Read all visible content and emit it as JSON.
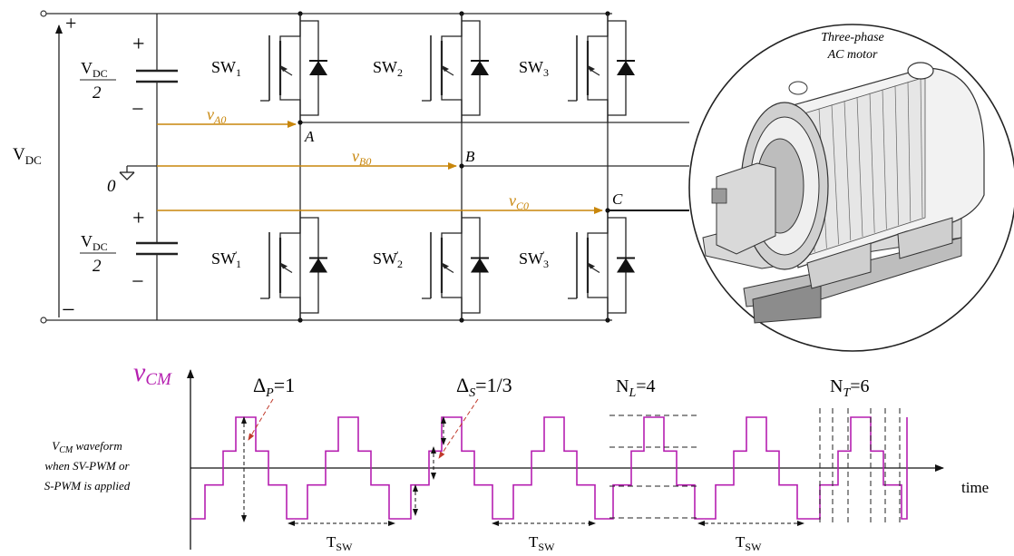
{
  "circuit": {
    "vdc_label": "V",
    "vdc_sub": "DC",
    "half_num": "V",
    "half_num_sub": "DC",
    "half_den": "2",
    "plus": "+",
    "minus": "−",
    "neutral_label": "0",
    "switches_top": [
      {
        "main": "SW",
        "sub": "1"
      },
      {
        "main": "SW",
        "sub": "2"
      },
      {
        "main": "SW",
        "sub": "3"
      }
    ],
    "switches_bottom": [
      {
        "main": "SW",
        "sub": "1",
        "prime": "′"
      },
      {
        "main": "SW",
        "sub": "2",
        "prime": "′"
      },
      {
        "main": "SW",
        "sub": "3",
        "prime": "′"
      }
    ],
    "nodes": [
      "A",
      "B",
      "C"
    ],
    "phase_voltages": [
      {
        "v": "v",
        "sub": "A0"
      },
      {
        "v": "v",
        "sub": "B0"
      },
      {
        "v": "v",
        "sub": "C0"
      }
    ],
    "wire_color": "#2b2b2b",
    "arrow_color": "#c8860b"
  },
  "motor": {
    "caption_line1": "Three-phase",
    "caption_line2": "AC motor"
  },
  "waveform": {
    "ylabel_v": "v",
    "ylabel_sub": "CM",
    "xlabel": "time",
    "delta_p": {
      "sym": "Δ",
      "sub": "P",
      "val": "=1"
    },
    "delta_s": {
      "sym": "Δ",
      "sub": "S",
      "val": "=1/3"
    },
    "n_l": {
      "sym": "N",
      "sub": "L",
      "val": "=4"
    },
    "n_t": {
      "sym": "N",
      "sub": "T",
      "val": "=6"
    },
    "tsw": {
      "main": "T",
      "sub": "SW"
    },
    "note_line1": "V",
    "note_line1_sub": "CM",
    "note_line1_rest": " waveform",
    "note_line2": "when SV-PWM or",
    "note_line3": "S-PWM is applied",
    "color": "#b51fb0",
    "levels": [
      -1,
      -0.3333,
      0.3333,
      1
    ]
  }
}
